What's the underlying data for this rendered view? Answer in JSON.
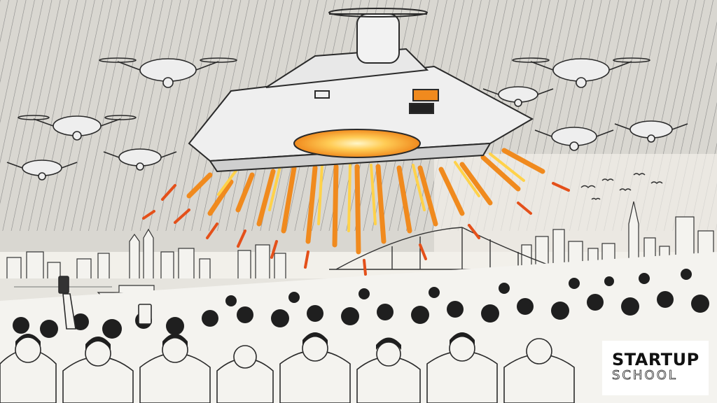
{
  "scene": {
    "subjects": [
      "drone-swarm",
      "fireworks-burst",
      "city-skyline",
      "bridge",
      "river",
      "crowd"
    ],
    "colors": {
      "paper": "#f2f0ea",
      "ink": "#2a2a2a",
      "sky_hatch": "#8a8a8a",
      "spark_orange": "#f08a1e",
      "spark_yellow": "#ffd24a",
      "spark_red": "#e4501a",
      "drone_body": "#eeeeee"
    }
  },
  "logo": {
    "line1": "STARTUP",
    "line2": "SCHOOL"
  }
}
